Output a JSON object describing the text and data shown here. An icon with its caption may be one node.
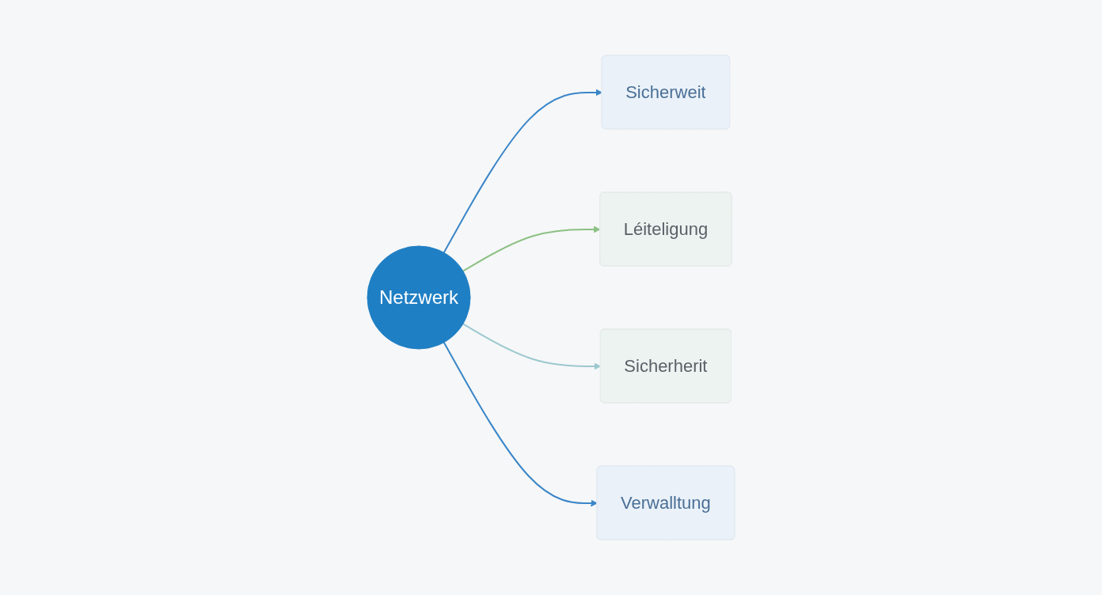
{
  "diagram": {
    "nodes": [
      {
        "text": [
          "Sicherweit"
        ]
      },
      {
        "text": [
          "Léiteligung"
        ]
      },
      {
        "text": [
          "Netzwerk"
        ]
      },
      {
        "text": [
          "Sicherherit"
        ]
      },
      {
        "text": [
          "Verwalltung"
        ]
      }
    ],
    "edges": [
      {
        "from": 2,
        "to": 0,
        "arrow": "to"
      },
      {
        "from": 2,
        "to": 1,
        "arrow": "to",
        "color": "#8cc084"
      },
      {
        "from": 2,
        "to": 3,
        "arrow": "to",
        "color": "#9cc8d0"
      },
      {
        "from": 2,
        "to": 4,
        "arrow": "to"
      }
    ]
  }
}
